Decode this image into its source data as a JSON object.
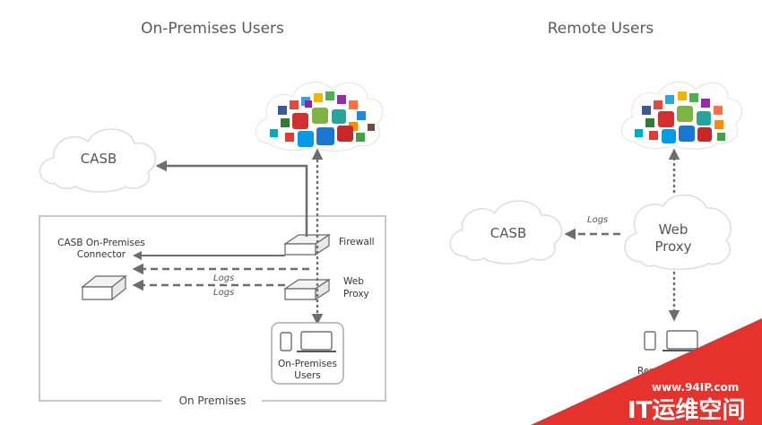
{
  "headings": {
    "on_premises": "On-Premises Users",
    "remote": "Remote Users"
  },
  "left": {
    "casb": "CASB",
    "connector_line1": "CASB On-Premises",
    "connector_line2": "Connector",
    "firewall": "Firewall",
    "proxy_line1": "Web",
    "proxy_line2": "Proxy",
    "logs_1": "Logs",
    "logs_2": "Logs",
    "users_line1": "On-Premises",
    "users_line2": "Users",
    "box_label": "On Premises"
  },
  "right": {
    "casb": "CASB",
    "proxy_line1": "Web",
    "proxy_line2": "Proxy",
    "logs": "Logs",
    "remote_partial": "Remo"
  },
  "watermark": {
    "url": "www.94IP.com",
    "name": "IT运维空间"
  },
  "colors": {
    "arrow": "#6d6d6d",
    "cloud_stroke": "#dcdcdc",
    "watermark_red": "#e5322d"
  }
}
